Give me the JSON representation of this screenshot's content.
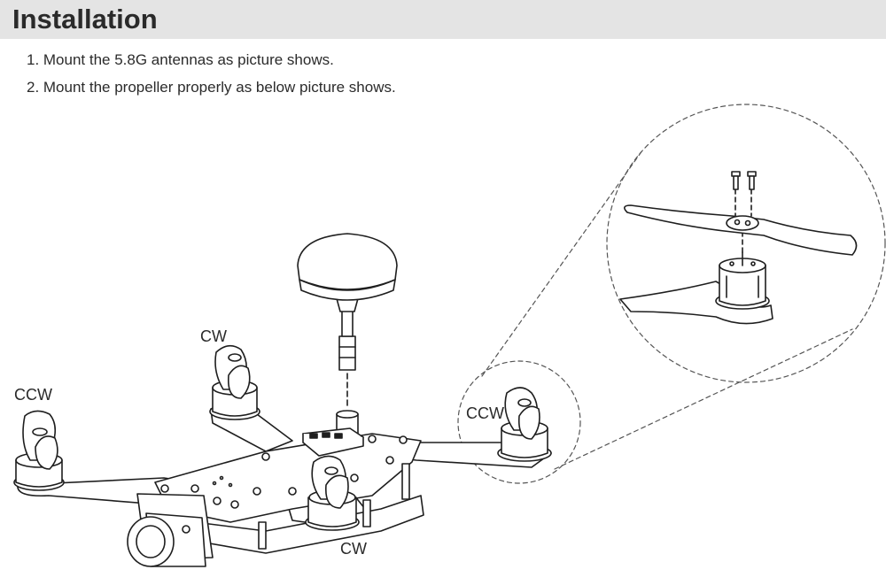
{
  "header": {
    "title": "Installation"
  },
  "steps": [
    "1. Mount the 5.8G antennas as picture shows.",
    "2. Mount the propeller properly as below picture shows."
  ],
  "figure": {
    "labels": {
      "cw_left": "CW",
      "ccw_left": "CCW",
      "ccw_right": "CCW",
      "cw_bottom": "CW"
    }
  }
}
